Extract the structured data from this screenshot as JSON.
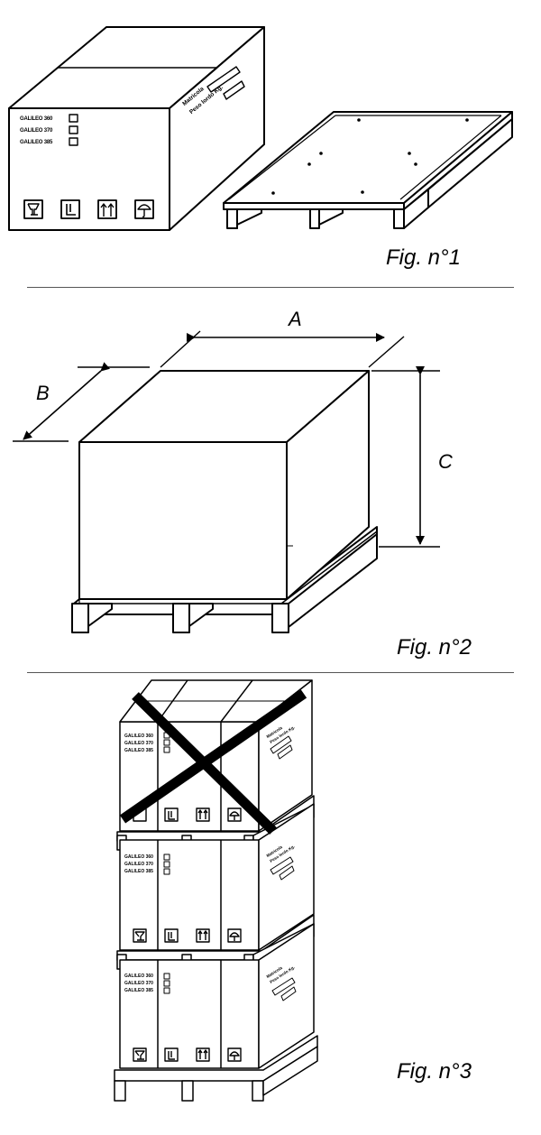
{
  "fig1": {
    "caption": "Fig. n°1",
    "box_models": [
      "GALILEO 360",
      "GALILEO 370",
      "GALILEO 385"
    ],
    "side_text_1": "Matricola",
    "side_text_2": "Peso lordo Kg."
  },
  "fig2": {
    "caption": "Fig. n°2",
    "dim_a": "A",
    "dim_b": "B",
    "dim_c": "C"
  },
  "fig3": {
    "caption": "Fig. n°3",
    "box_models": [
      "GALILEO 360",
      "GALILEO 370",
      "GALILEO 385"
    ],
    "side_text_1": "Matricola",
    "side_text_2": "Peso lordo Kg."
  }
}
